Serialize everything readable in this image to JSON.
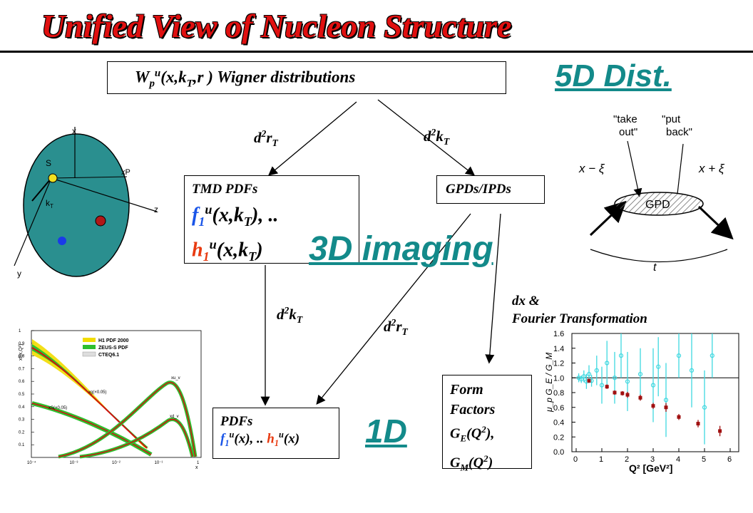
{
  "title": "Unified View of Nucleon Structure",
  "wigner_box": {
    "W": "W",
    "p_sub": "p",
    "u_sup": "u",
    "arg_pre": "(x,k",
    "T_sub": "T",
    "arg_post": ",r )  Wigner distributions"
  },
  "label_5d": "5D Dist.",
  "label_3d": "3D imaging",
  "label_1d": "1D",
  "arrow_labels": {
    "d2rT_left": {
      "d": "d",
      "two": "2",
      "r": "r",
      "T": "T"
    },
    "d2kT_right": {
      "d": "d",
      "two": "2",
      "k": "k",
      "T": "T"
    },
    "d2kT_lower": {
      "d": "d",
      "two": "2",
      "k": "k",
      "T": "T"
    },
    "d2rT_lower": {
      "d": "d",
      "two": "2",
      "r": "r",
      "T": "T"
    },
    "dx_line1": "dx &",
    "dx_line2": "Fourier Transformation"
  },
  "tmd_box": {
    "heading": "TMD PDFs",
    "f": "f",
    "h": "h",
    "one": "1",
    "u": "u",
    "f_arg": "(x,k",
    "T": "T",
    "f_close": "), ..",
    "h_close": ")"
  },
  "gpd_box": {
    "label": "GPDs/IPDs"
  },
  "pdf_box": {
    "heading": "PDFs",
    "f": "f",
    "h": "h",
    "one": "1",
    "u": "u",
    "f_arg": "(x), ..",
    "h_arg": "(x)"
  },
  "ff_box": {
    "line1": "Form",
    "line2": "Factors",
    "G": "G",
    "E": "E",
    "M": "M",
    "Q2": "(Q",
    "two": "2",
    "close_comma": "),",
    "close": ")"
  },
  "nucleon_axes": {
    "x": "x",
    "xP": "xP",
    "z": "z",
    "y": "y",
    "S": "S",
    "kT": "k",
    "T": "T"
  },
  "gpd_diagram": {
    "take_out_1": "\"take",
    "take_out_2": "out\"",
    "put_back_1": "\"put",
    "put_back_2": "back\"",
    "left": "x − ξ",
    "right": "x + ξ",
    "center": "GPD",
    "t": "t"
  },
  "pdf_plot": {
    "legend": [
      "H1 PDF 2000",
      "ZEUS-S PDF",
      "CTEQ6.1"
    ],
    "ylabel": "xf(x,Q²)",
    "xlabel": "x",
    "curve_labels": [
      "xu_v",
      "xd_v",
      "xg(×0.05)",
      "xS(×0.05)"
    ],
    "yticks": [
      "0.1",
      "0.2",
      "0.3",
      "0.4",
      "0.5",
      "0.6",
      "0.7",
      "0.8",
      "0.9",
      "1"
    ],
    "xticks": [
      "10⁻⁴",
      "10⁻³",
      "10⁻²",
      "10⁻¹",
      "1"
    ]
  },
  "ff_plot": {
    "ylabel": "μ_p G_E / G_M",
    "xlabel": "Q² [GeV²]",
    "yticks": [
      "0.0",
      "0.2",
      "0.4",
      "0.6",
      "0.8",
      "1.0",
      "1.2",
      "1.4",
      "1.6"
    ],
    "xticks": [
      "0",
      "1",
      "2",
      "3",
      "4",
      "5",
      "6"
    ]
  },
  "colors": {
    "title": "#e01010",
    "teal": "#138a8a",
    "nucleon": "#2a8f8f",
    "blue": "#1a55e8",
    "red": "#e83a10"
  }
}
